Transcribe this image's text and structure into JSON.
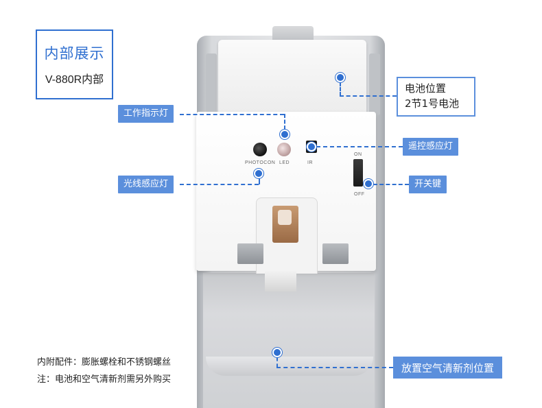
{
  "title": {
    "main": "内部展示",
    "sub": "V-880R内部"
  },
  "device": {
    "sensor_labels": {
      "photocon": "PHOTOCON",
      "led": "LED",
      "ir": "IR"
    },
    "switch_labels": {
      "on": "ON",
      "off": "OFF"
    }
  },
  "callouts": {
    "battery": "电池位置\n2节1号电池",
    "indicator": "工作指示灯",
    "remote": "遥控感应灯",
    "light_sensor": "光线感应灯",
    "switch": "开关键",
    "freshener": "放置空气清新剂位置"
  },
  "notes": {
    "accessories": "内附配件：膨胀螺栓和不锈钢螺丝",
    "remark": "注：电池和空气清新剂需另外购买"
  },
  "colors": {
    "accent": "#2f6fd0",
    "tag_fill": "#5b8fdc"
  }
}
